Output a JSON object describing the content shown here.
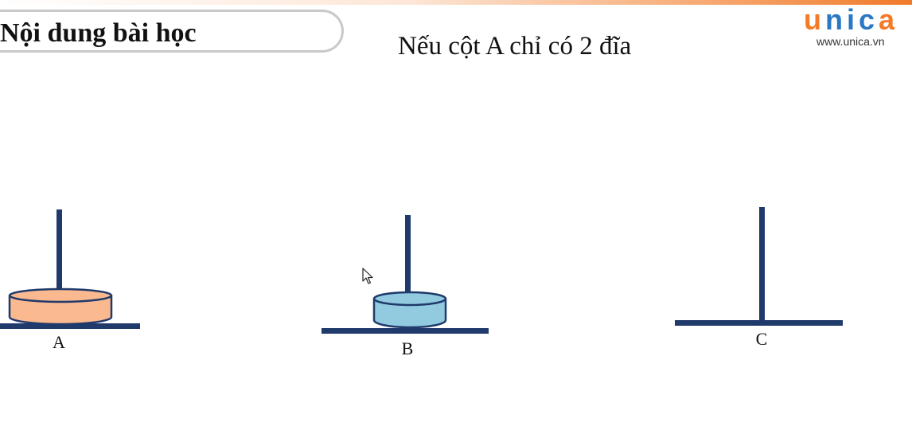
{
  "header": {
    "section_title": "Nội dung bài học",
    "slide_heading": "Nếu cột A chỉ có 2 đĩa"
  },
  "logo": {
    "word_part1": "u",
    "word_part2": "nic",
    "word_part3": "a",
    "url": "www.unica.vn",
    "colors": {
      "orange": "#f47a26",
      "blue": "#2a78c5"
    }
  },
  "pegs": [
    {
      "label": "A",
      "disks": [
        "orange-disk"
      ]
    },
    {
      "label": "B",
      "disks": [
        "blue-disk"
      ]
    },
    {
      "label": "C",
      "disks": []
    }
  ],
  "colors": {
    "peg": "#1f3a6b",
    "disk_orange": "#fbb98f",
    "disk_blue": "#92cbe0",
    "accent_gradient": "#f07a2a"
  },
  "icons": [
    "mouse-cursor-icon"
  ]
}
